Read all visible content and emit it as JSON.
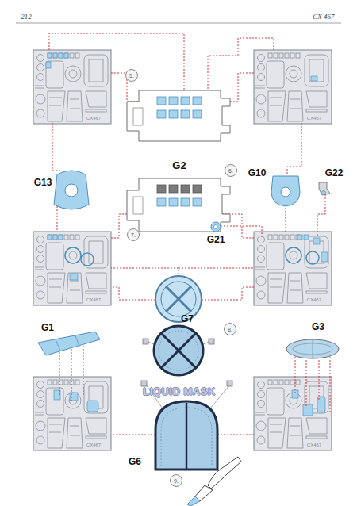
{
  "diagram": {
    "nodes": [
      {
        "text": [
          "5."
        ]
      },
      {
        "text": [
          "6."
        ]
      },
      {
        "text": [
          "7."
        ]
      },
      {
        "text": [
          "8."
        ]
      },
      {
        "text": [
          "9."
        ]
      }
    ],
    "labels": [
      "212",
      "CX 467",
      "CX467",
      "CX467",
      "G2",
      "G13",
      "G10",
      "G22",
      "CX467",
      "CX467",
      "G21",
      "G1",
      "G7",
      "G3",
      "LIQUID MASK",
      "CX467",
      "CX467",
      "G6"
    ]
  }
}
